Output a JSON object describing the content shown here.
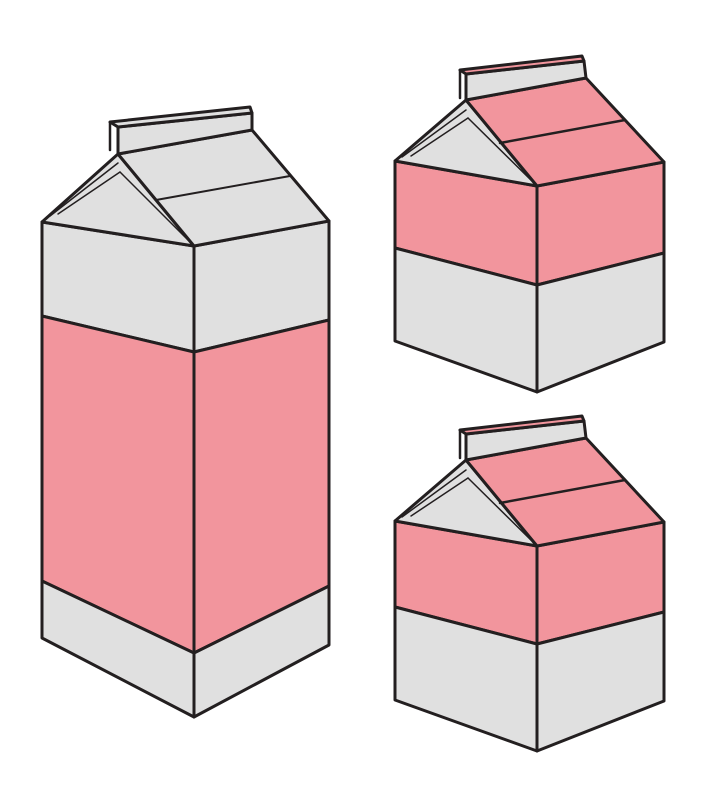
{
  "colors": {
    "background": "#ffffff",
    "gray": "#e0e0e0",
    "pink": "#f2959d",
    "outline": "#231f20"
  },
  "cartons": [
    {
      "id": "tall-milk-carton",
      "bands": [
        "gray",
        "pink",
        "gray"
      ]
    },
    {
      "id": "small-milk-carton-top",
      "bands": [
        "pink",
        "gray"
      ]
    },
    {
      "id": "small-milk-carton-bottom",
      "bands": [
        "pink",
        "gray"
      ]
    }
  ]
}
